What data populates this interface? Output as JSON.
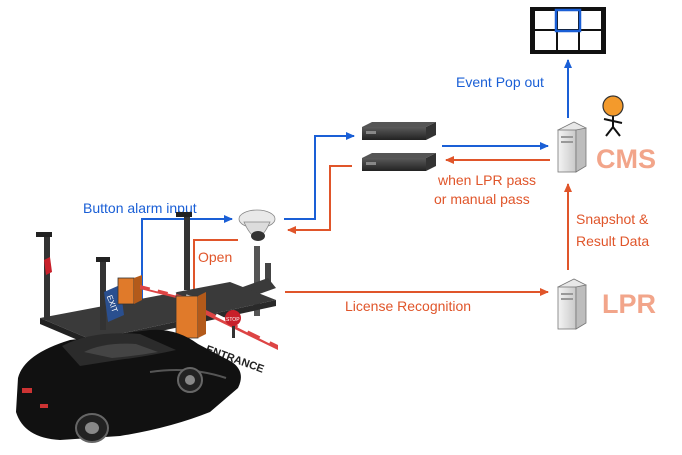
{
  "labels": {
    "event_pop_out": "Event Pop out",
    "button_alarm_input": "Button alarm input",
    "when_lpr_pass": "when LPR pass",
    "or_manual_pass": "or manual pass",
    "open": "Open",
    "license_recognition": "License Recognition",
    "snapshot": "Snapshot &",
    "result_data": "Result Data",
    "cms": "CMS",
    "lpr": "LPR",
    "entrance_sign": "ENTRANCE",
    "stop_sign": "STOP",
    "exit_sign": "EXIT"
  },
  "colors": {
    "blue_flow": "#1a5fd6",
    "orange_flow": "#e0552a",
    "label_blue": "#1a5fd6",
    "label_orange": "#e0552a",
    "server_label": "#f2a58a",
    "monitor_highlight": "#1a5fd6",
    "person_head": "#f39a2c"
  },
  "icons": {
    "monitor": "video-wall-monitor-icon",
    "person": "operator-person-icon",
    "cms_server": "cms-server-tower-icon",
    "lpr_server": "lpr-server-tower-icon",
    "nvr": "nvr-recorder-icon",
    "dome_camera": "dome-camera-icon",
    "bullet_camera": "bullet-camera-icon",
    "car": "car-icon",
    "barrier": "parking-barrier-gate-icon"
  }
}
